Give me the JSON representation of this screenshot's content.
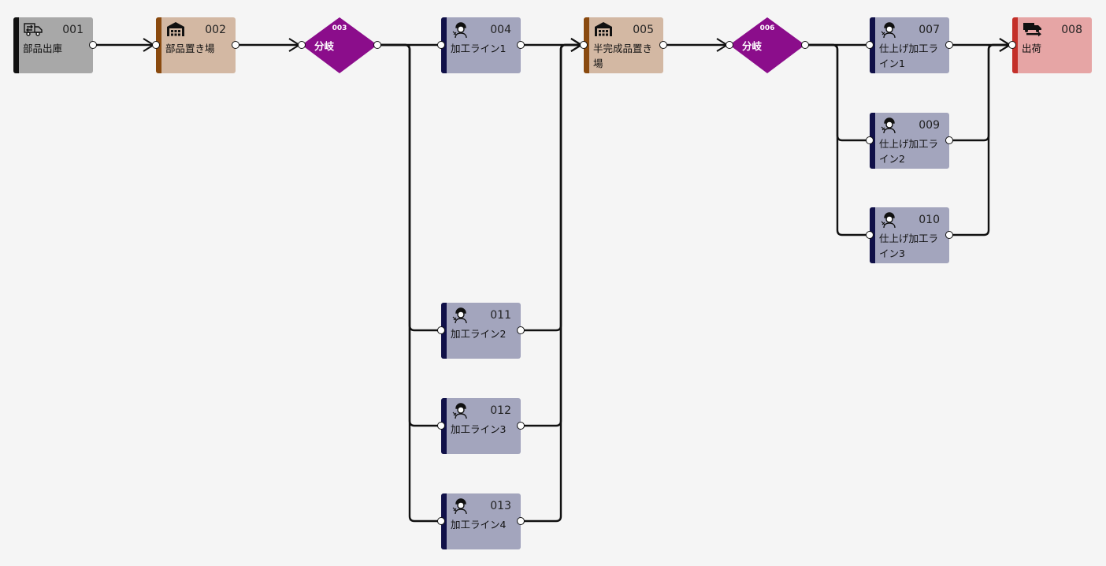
{
  "colors": {
    "background": "#f5f5f5",
    "wire": "#111111",
    "branch": "#8b0d8b"
  },
  "node_types": {
    "shipping_source": {
      "fill": "#a8a8a8",
      "bar": "#111111",
      "icon": "truck-arrows-icon"
    },
    "storage": {
      "fill": "#d3b8a3",
      "bar": "#8a4a0f",
      "icon": "warehouse-icon"
    },
    "process": {
      "fill": "#a3a5bd",
      "bar": "#101048",
      "icon": "worker-icon"
    },
    "shipment": {
      "fill": "#e6a5a5",
      "bar": "#c4302a",
      "icon": "truck-icon"
    }
  },
  "nodes": [
    {
      "id": "001",
      "label": "部品出庫",
      "type": "shipping_source"
    },
    {
      "id": "002",
      "label": "部品置き場",
      "type": "storage"
    },
    {
      "id": "004",
      "label": "加工ライン1",
      "type": "process"
    },
    {
      "id": "011",
      "label": "加工ライン2",
      "type": "process"
    },
    {
      "id": "012",
      "label": "加工ライン3",
      "type": "process"
    },
    {
      "id": "013",
      "label": "加工ライン4",
      "type": "process"
    },
    {
      "id": "005",
      "label": "半完成品置き場",
      "type": "storage"
    },
    {
      "id": "007",
      "label": "仕上げ加工ライン1",
      "type": "process"
    },
    {
      "id": "009",
      "label": "仕上げ加工ライン2",
      "type": "process"
    },
    {
      "id": "010",
      "label": "仕上げ加工ライン3",
      "type": "process"
    },
    {
      "id": "008",
      "label": "出荷",
      "type": "shipment"
    }
  ],
  "branches": [
    {
      "id": "003",
      "label": "分岐"
    },
    {
      "id": "006",
      "label": "分岐"
    }
  ],
  "edges": [
    {
      "from": "001",
      "to": "002",
      "arrow": true
    },
    {
      "from": "002",
      "to": "003",
      "arrow": true
    },
    {
      "from": "003",
      "to": "004",
      "arrow": false
    },
    {
      "from": "003",
      "to": "011",
      "arrow": false
    },
    {
      "from": "003",
      "to": "012",
      "arrow": false
    },
    {
      "from": "003",
      "to": "013",
      "arrow": false
    },
    {
      "from": "004",
      "to": "005",
      "arrow": true
    },
    {
      "from": "011",
      "to": "005",
      "arrow": true
    },
    {
      "from": "012",
      "to": "005",
      "arrow": true
    },
    {
      "from": "013",
      "to": "005",
      "arrow": true
    },
    {
      "from": "005",
      "to": "006",
      "arrow": true
    },
    {
      "from": "006",
      "to": "007",
      "arrow": false
    },
    {
      "from": "006",
      "to": "009",
      "arrow": false
    },
    {
      "from": "006",
      "to": "010",
      "arrow": false
    },
    {
      "from": "007",
      "to": "008",
      "arrow": true
    },
    {
      "from": "009",
      "to": "008",
      "arrow": true
    },
    {
      "from": "010",
      "to": "008",
      "arrow": true
    }
  ]
}
